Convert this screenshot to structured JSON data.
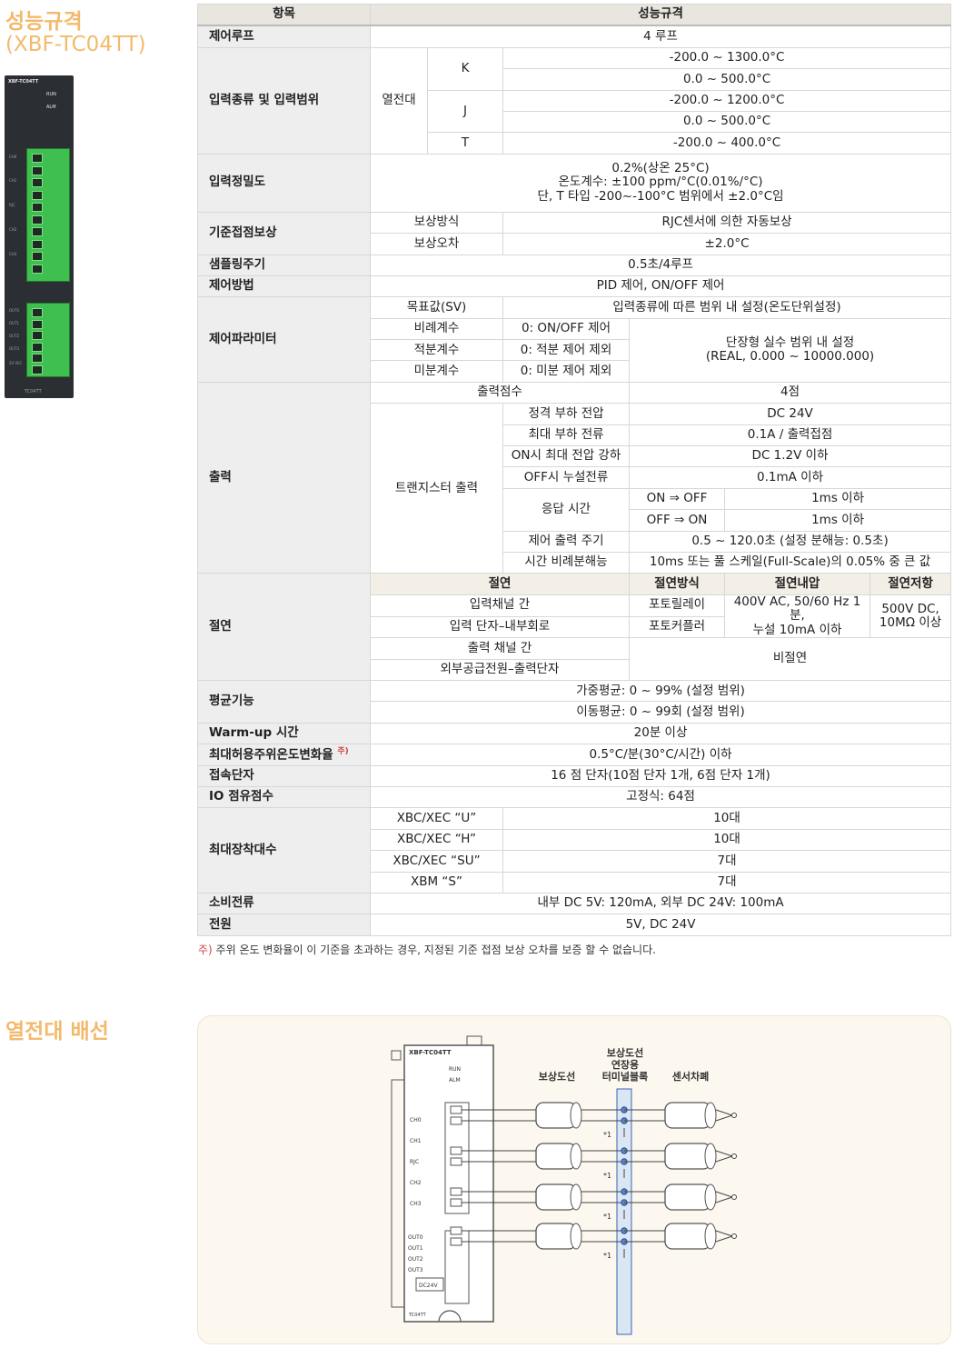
{
  "section1": {
    "title": "성능규격",
    "subtitle": "(XBF-TC04TT)"
  },
  "section2": {
    "title": "열전대 배선"
  },
  "module": {
    "model": "XBF-TC04TT",
    "run": "RUN",
    "alm": "ALM",
    "bottom": "TC04TT",
    "ch_labels": [
      "CH0",
      "CH1",
      "RJC",
      "CH2",
      "CH3"
    ],
    "out_labels": [
      "OUT0",
      "OUT1",
      "OUT2",
      "OUT3",
      "24 VEC"
    ]
  },
  "table": {
    "header": {
      "item": "항목",
      "spec": "성능규격"
    },
    "control_loop": {
      "label": "제어루프",
      "value": "4 루프"
    },
    "input": {
      "label": "입력종류 및 입력범위",
      "thermocouple": "열전대",
      "k": "K",
      "k_r1": "-200.0 ~ 1300.0°C",
      "k_r2": "0.0 ~ 500.0°C",
      "j": "J",
      "j_r1": "-200.0 ~ 1200.0°C",
      "j_r2": "0.0 ~ 500.0°C",
      "t": "T",
      "t_r1": "-200.0 ~ 400.0°C"
    },
    "accuracy": {
      "label": "입력정밀도",
      "l1": "0.2%(상온 25°C)",
      "l2": "온도계수: ±100 ppm/°C(0.01%/°C)",
      "l3": "단, T 타입 -200~-100°C 범위에서 ±2.0°C임"
    },
    "rjc": {
      "label": "기준접점보상",
      "method": "보상방식",
      "method_val": "RJC센서에 의한 자동보상",
      "error": "보상오차",
      "error_val": "±2.0°C"
    },
    "sampling": {
      "label": "샘플링주기",
      "value": "0.5초/4루프"
    },
    "method": {
      "label": "제어방법",
      "value": "PID 제어, ON/OFF 제어"
    },
    "params": {
      "label": "제어파라미터",
      "sv": "목표값(SV)",
      "sv_val": "입력종류에 따른 범위 내 설정(온도단위설정)",
      "p": "비례계수",
      "p_val": "0: ON/OFF 제어",
      "i": "적분계수",
      "i_val": "0: 적분 제어 제외",
      "d": "미분계수",
      "d_val": "0: 미분 제어 제외",
      "real_l1": "단장형 실수 범위 내 설정",
      "real_l2": "(REAL, 0.000 ~ 10000.000)"
    },
    "output": {
      "label": "출력",
      "points": "출력점수",
      "points_val": "4점",
      "tr": "트랜지스터 출력",
      "rated_v": "정격 부하 전압",
      "rated_v_val": "DC 24V",
      "max_i": "최대 부하 전류",
      "max_i_val": "0.1A / 출력접점",
      "drop": "ON시 최대 전압 강하",
      "drop_val": "DC 1.2V 이하",
      "leak": "OFF시 누설전류",
      "leak_val": "0.1mA 이하",
      "resp": "응답 시간",
      "on_off": "ON ⇒ OFF",
      "on_off_val": "1ms 이하",
      "off_on": "OFF ⇒ ON",
      "off_on_val": "1ms 이하",
      "period": "제어 출력 주기",
      "period_val": "0.5 ~ 120.0초 (설정 분해능: 0.5초)",
      "resolution": "시간 비례분해능",
      "resolution_val": "10ms 또는 풀 스케일(Full-Scale)의 0.05% 중 큰 값"
    },
    "insulation": {
      "label": "절연",
      "h_ins": "절연",
      "h_method": "절연방식",
      "h_volt": "절연내압",
      "h_res": "절연저항",
      "r1": "입력채널 간",
      "r1_m": "포토릴레이",
      "r2": "입력 단자–내부회로",
      "r2_m": "포토커플러",
      "volt_l1": "400V AC, 50/60 Hz 1분,",
      "volt_l2": "누설 10mA 이하",
      "res_l1": "500V DC,",
      "res_l2": "10MΩ 이상",
      "r3": "출력 채널 간",
      "r4": "외부공급전원–출력단자",
      "none": "비절연"
    },
    "averaging": {
      "label": "평균기능",
      "l1": "가중평균: 0 ~ 99% (설정 범위)",
      "l2": "이동평균: 0 ~ 99회 (설정 범위)"
    },
    "warmup": {
      "label": "Warm-up 시간",
      "value": "20분 이상"
    },
    "temp_change": {
      "label": "최대허용주위온도변화율",
      "note": "주)",
      "value": "0.5°C/분(30°C/시간) 이하"
    },
    "terminal": {
      "label": "접속단자",
      "value": "16 점 단자(10점 단자 1개, 6점 단자 1개)"
    },
    "io": {
      "label": "IO 점유점수",
      "value": "고정식: 64점"
    },
    "mount": {
      "label": "최대장착대수",
      "r1": "XBC/XEC “U”",
      "r1_v": "10대",
      "r2": "XBC/XEC “H”",
      "r2_v": "10대",
      "r3": "XBC/XEC “SU”",
      "r3_v": "7대",
      "r4": "XBM “S”",
      "r4_v": "7대"
    },
    "current": {
      "label": "소비전류",
      "value": "내부 DC 5V: 120mA, 외부 DC 24V: 100mA"
    },
    "power": {
      "label": "전원",
      "value": "5V, DC 24V"
    }
  },
  "footnote": {
    "mark": "주)",
    "text": " 주위 온도 변화율이 이 기준을 초과하는 경우, 지정된 기준 접점 보상 오차를 보증 할 수 없습니다."
  },
  "diagram": {
    "model": "XBF-TC04TT",
    "run": "RUN",
    "alm": "ALM",
    "wire": "보상도선",
    "ext_l1": "보상도선",
    "ext_l2": "연장용",
    "ext_l3": "터미널블록",
    "shield": "센서차폐",
    "ch": [
      "CH0",
      "CH1",
      "RJC",
      "CH2",
      "CH3"
    ],
    "out": [
      "OUT0",
      "OUT1",
      "OUT2",
      "OUT3"
    ],
    "dc": "DC24V",
    "bottom": "TC04TT",
    "mark": "*1"
  }
}
